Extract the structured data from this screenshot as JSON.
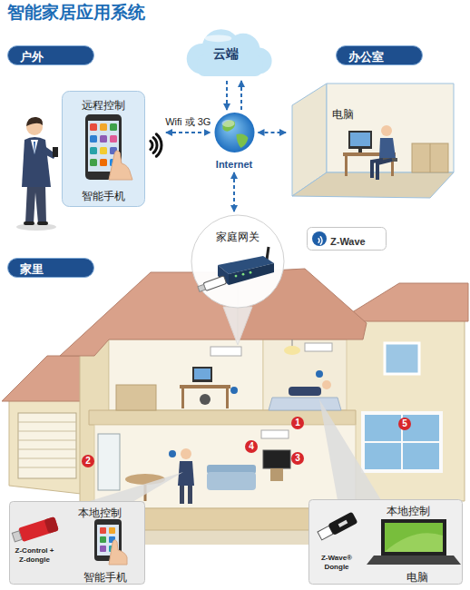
{
  "diagram": {
    "title": "智能家居应用系统",
    "nodes": [
      {
        "text": [
          "户外"
        ]
      },
      {
        "text": [
          "云端"
        ]
      },
      {
        "text": [
          "办公室"
        ]
      },
      {
        "text": [
          "远程控制",
          "智能手机"
        ]
      },
      {
        "text": [
          "Internet"
        ]
      },
      {
        "text": [
          "电脑"
        ]
      },
      {
        "text": [
          "家庭网关"
        ]
      },
      {
        "text": [
          "Z-Wave"
        ]
      },
      {
        "text": [
          "家里"
        ]
      },
      {
        "text": [
          "本地控制",
          "Z-Control + Z-dongle",
          "智能手机"
        ]
      },
      {
        "text": [
          "本地控制",
          "Z-Wave® Dongle",
          "电脑"
        ]
      }
    ],
    "edges": [
      {
        "from": 3,
        "to": 4,
        "label": "Wifi 或 3G",
        "arrow": "both"
      },
      {
        "from": 1,
        "to": 4,
        "arrow": "to"
      },
      {
        "from": 4,
        "to": 1,
        "arrow": "to"
      },
      {
        "from": 4,
        "to": 5,
        "arrow": "both"
      },
      {
        "from": 4,
        "to": 6,
        "arrow": "both"
      }
    ],
    "labels": [
      "1",
      "2",
      "3",
      "4",
      "5"
    ]
  }
}
